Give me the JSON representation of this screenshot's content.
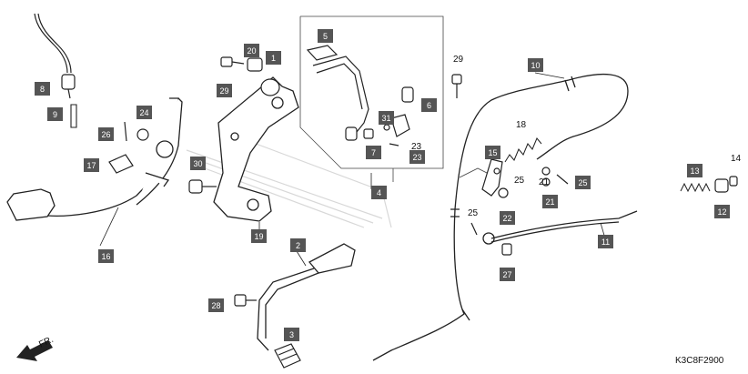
{
  "diagram_code": "K3C8F2900",
  "direction_label": "FR.",
  "colors": {
    "label_box": "#555555",
    "line": "#222222",
    "label_text": "#ffffff"
  },
  "boxed_labels": [
    "1",
    "2",
    "3",
    "4",
    "5",
    "6",
    "7",
    "8",
    "9",
    "10",
    "11",
    "12",
    "13",
    "15",
    "16",
    "17",
    "19",
    "20",
    "21",
    "22",
    "23",
    "24",
    "25",
    "26",
    "27",
    "28",
    "29",
    "30",
    "31"
  ],
  "plain_labels": [
    "14",
    "18",
    "21",
    "23",
    "25",
    "25",
    "29"
  ]
}
